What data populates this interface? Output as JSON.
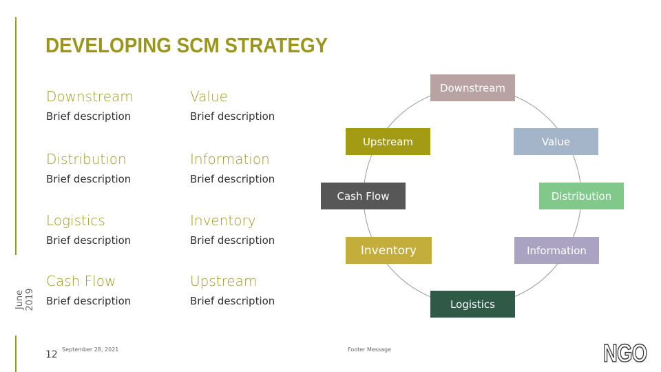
{
  "title": "DEVELOPING SCM STRATEGY",
  "items": [
    {
      "heading": "Downstream",
      "desc": "Brief description"
    },
    {
      "heading": "Value",
      "desc": "Brief description"
    },
    {
      "heading": "Distribution",
      "desc": "Brief description"
    },
    {
      "heading": "Information",
      "desc": "Brief description"
    },
    {
      "heading": "Logistics",
      "desc": "Brief description"
    },
    {
      "heading": "Inventory",
      "desc": "Brief description"
    },
    {
      "heading": "Cash Flow",
      "desc": "Brief description"
    },
    {
      "heading": "Upstream",
      "desc": "Brief description"
    }
  ],
  "cycle": [
    {
      "label": "Downstream",
      "color": "#b9a2a2"
    },
    {
      "label": "Value",
      "color": "#a4b5ca"
    },
    {
      "label": "Distribution",
      "color": "#80c98b"
    },
    {
      "label": "Information",
      "color": "#aaa4c2"
    },
    {
      "label": "Logistics",
      "color": "#2f5a48"
    },
    {
      "label": "Inventory",
      "color": "#c3ad3b"
    },
    {
      "label": "Cash Flow",
      "color": "#575757"
    },
    {
      "label": "Upstream",
      "color": "#a39b14"
    }
  ],
  "footer": {
    "vertical_date": "June 2019",
    "page_number": "12",
    "date": "September 28, 2021",
    "message": "Footer Message",
    "logo": "NGO"
  }
}
